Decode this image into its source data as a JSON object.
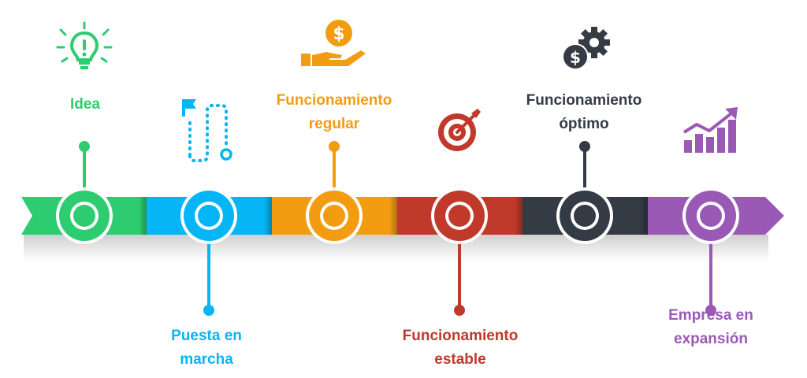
{
  "colors": {
    "green": "#2ecc71",
    "blue": "#05b5f5",
    "orange": "#f39c12",
    "red": "#c0392b",
    "dark": "#343b45",
    "purple": "#9b59b6",
    "shadow": "#dcdcdc"
  },
  "stages": [
    {
      "id": "idea",
      "color": "green",
      "icon": "lightbulb-icon",
      "position": "top",
      "lines": [
        "Idea"
      ]
    },
    {
      "id": "puesta-en-marcha",
      "color": "blue",
      "icon": "route-flag-icon",
      "position": "bottom",
      "lines": [
        "Puesta en",
        "marcha"
      ]
    },
    {
      "id": "funcionamiento-regular",
      "color": "orange",
      "icon": "hand-coin-icon",
      "position": "top",
      "lines": [
        "Funcionamiento",
        "regular"
      ]
    },
    {
      "id": "funcionamiento-estable",
      "color": "red",
      "icon": "target-icon",
      "position": "bottom",
      "lines": [
        "Funcionamiento",
        "estable"
      ]
    },
    {
      "id": "funcionamiento-optimo",
      "color": "dark",
      "icon": "dollar-gear-icon",
      "position": "top",
      "lines": [
        "Funcionamiento",
        "óptimo"
      ]
    },
    {
      "id": "empresa-en-expansion",
      "color": "purple",
      "icon": "growth-chart-icon",
      "position": "bottom",
      "lines": [
        "Empresa en",
        "expansión"
      ]
    }
  ]
}
